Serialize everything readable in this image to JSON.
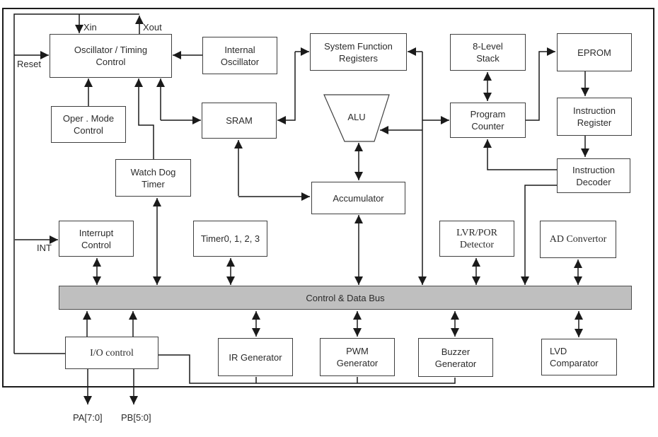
{
  "diagram": {
    "type": "block-diagram",
    "subject": "microcontroller architecture"
  },
  "boxes": {
    "oscillator": {
      "label": "Oscillator / Timing\nControl"
    },
    "internal_oscillator": {
      "label": "Internal\nOscillator"
    },
    "system_function_registers": {
      "label": "System Function\nRegisters"
    },
    "stack": {
      "label": "8-Level\nStack"
    },
    "eprom": {
      "label": "EPROM"
    },
    "oper_mode": {
      "label": "Oper . Mode\nControl"
    },
    "sram": {
      "label": "SRAM"
    },
    "alu": {
      "label": "ALU"
    },
    "program_counter": {
      "label": "Program\nCounter"
    },
    "instruction_register": {
      "label": "Instruction\nRegister"
    },
    "watch_dog_timer": {
      "label": "Watch Dog\nTimer"
    },
    "instruction_decoder": {
      "label": "Instruction\nDecoder"
    },
    "accumulator": {
      "label": "Accumulator"
    },
    "interrupt_control": {
      "label": "Interrupt\nControl"
    },
    "timers": {
      "label": "Timer0, 1, 2, 3"
    },
    "lvr_por_detector": {
      "label": "LVR/POR\nDetector"
    },
    "ad_convertor": {
      "label": "AD Convertor"
    },
    "bus": {
      "label": "Control  &  Data Bus"
    },
    "io_control": {
      "label": "I/O control"
    },
    "ir_generator": {
      "label": "IR Generator"
    },
    "pwm_generator": {
      "label": "PWM\nGenerator"
    },
    "buzzer_generator": {
      "label": "Buzzer\nGenerator"
    },
    "lvd_comparator": {
      "label": "LVD\nComparator"
    }
  },
  "pins": {
    "xin": "Xin",
    "xout": "Xout",
    "reset": "Reset",
    "int": "INT",
    "port_a": "PA[7:0]",
    "port_b": "PB[5:0]"
  },
  "colors": {
    "bus_fill": "#bfbfbf",
    "line": "#1a1a1a",
    "box_border": "#3f3f3f",
    "background": "#ffffff"
  }
}
